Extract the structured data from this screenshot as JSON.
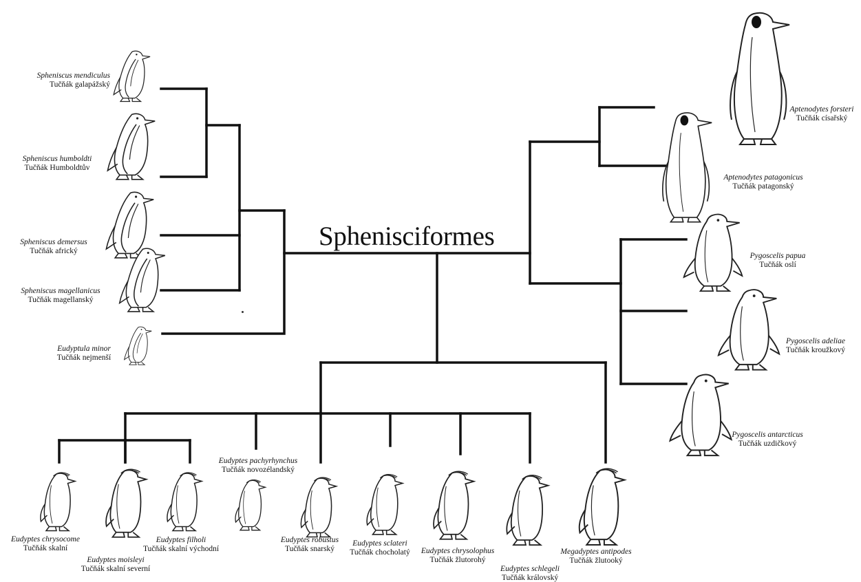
{
  "title": "Sphenisciformes",
  "species": [
    {
      "scientific": "Spheniscus mendiculus",
      "czech": "Tučňák galapážský",
      "drawing": "small-penguin-icon"
    },
    {
      "scientific": "Spheniscus humboldti",
      "czech": "Tučňák Humboldtův",
      "drawing": "banded-penguin-icon"
    },
    {
      "scientific": "Spheniscus demersus",
      "czech": "Tučňák africký",
      "drawing": "banded-penguin-icon"
    },
    {
      "scientific": "Spheniscus magellanicus",
      "czech": "Tučňák magellanský",
      "drawing": "banded-penguin-icon"
    },
    {
      "scientific": "Eudyptula minor",
      "czech": "Tučňák nejmenší",
      "drawing": "small-penguin-icon"
    },
    {
      "scientific": "Aptenodytes forsteri",
      "czech": "Tučňák císařský",
      "drawing": "great-penguin-icon"
    },
    {
      "scientific": "Aptenodytes patagonicus",
      "czech": "Tučňák patagonský",
      "drawing": "great-penguin-icon"
    },
    {
      "scientific": "Pygoscelis papua",
      "czech": "Tučňák oslí",
      "drawing": "brush-tailed-penguin-icon"
    },
    {
      "scientific": "Pygoscelis adeliae",
      "czech": "Tučňák kroužkový",
      "drawing": "brush-tailed-penguin-icon"
    },
    {
      "scientific": "Pygoscelis antarcticus",
      "czech": "Tučňák uzdičkový",
      "drawing": "brush-tailed-penguin-icon"
    },
    {
      "scientific": "Eudyptes chrysocome",
      "czech": "Tučňák skalní",
      "drawing": "crested-penguin-icon"
    },
    {
      "scientific": "Eudyptes moisleyi",
      "czech": "Tučňák skalní severní",
      "drawing": "crested-penguin-icon"
    },
    {
      "scientific": "Eudyptes filholi",
      "czech": "Tučňák skalní východní",
      "drawing": "crested-penguin-icon"
    },
    {
      "scientific": "Eudyptes pachyrhynchus",
      "czech": "Tučňák novozélandský",
      "drawing": "crested-penguin-icon"
    },
    {
      "scientific": "Eudyptes robustus",
      "czech": "Tučňák snarský",
      "drawing": "crested-penguin-icon"
    },
    {
      "scientific": "Eudyptes sclateri",
      "czech": "Tučňák chocholatý",
      "drawing": "crested-penguin-icon"
    },
    {
      "scientific": "Eudyptes chrysolophus",
      "czech": "Tučňák žlutorohý",
      "drawing": "crested-penguin-icon"
    },
    {
      "scientific": "Eudyptes schlegeli",
      "czech": "Tučňák královský",
      "drawing": "crested-penguin-icon"
    },
    {
      "scientific": "Megadyptes antipodes",
      "czech": "Tučňák žlutooký",
      "drawing": "crested-penguin-icon"
    }
  ]
}
